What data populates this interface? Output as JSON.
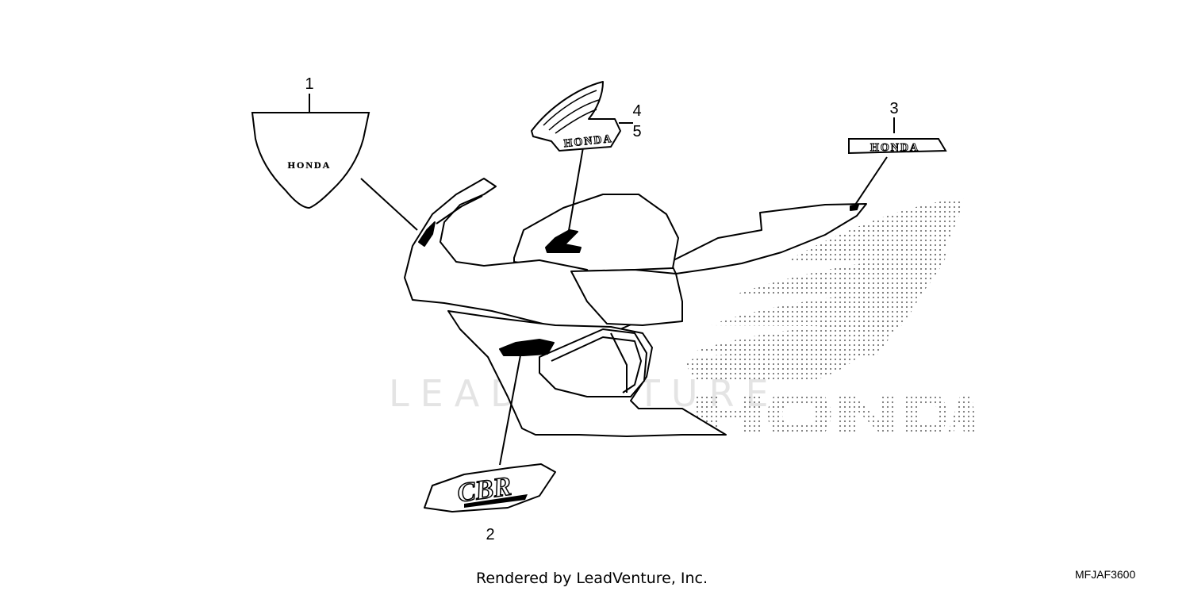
{
  "watermark": "LEADVENTURE",
  "callouts": [
    {
      "id": "1",
      "label": "1"
    },
    {
      "id": "2",
      "label": "2"
    },
    {
      "id": "3",
      "label": "3"
    },
    {
      "id": "4",
      "label": "4"
    },
    {
      "id": "5",
      "label": "5"
    }
  ],
  "decal_texts": {
    "nose_emblem": "HONDA",
    "wing_emblem": "HONDA",
    "tail_emblem": "HONDA",
    "cbr_emblem": "CBR"
  },
  "background_logo_text": "HONDA",
  "footer": {
    "rendered_by": "Rendered by LeadVenture, Inc.",
    "diagram_code": "MFJAF3600"
  }
}
